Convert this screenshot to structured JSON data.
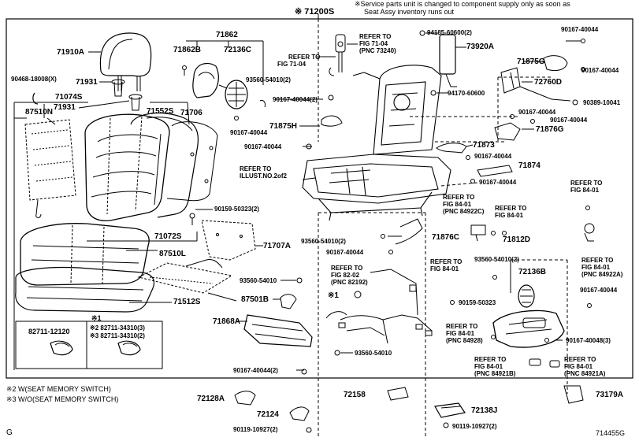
{
  "header": {
    "assembly_id": "※ 71200S",
    "service_note_line1": "※Service parts unit is changed to component supply only as soon as",
    "service_note_line2": "Seat Assy inventory runs out"
  },
  "footer": {
    "note2": "※2 W(SEAT MEMORY SWITCH)",
    "note3": "※3 W/O(SEAT MEMORY SWITCH)",
    "corner_left": "G",
    "drawing_id": "714455G"
  },
  "inset": {
    "star1": "※1",
    "part_left": "82711-12120",
    "part_right_2": "※2 82711-34310(3)",
    "part_right_3": "※3 82711-34310(2)"
  },
  "parts": [
    {
      "id": "p71910A",
      "text": "71910A"
    },
    {
      "id": "p90468",
      "text": "90468-18008(X)"
    },
    {
      "id": "p71931a",
      "text": "71931"
    },
    {
      "id": "p71931b",
      "text": "71931"
    },
    {
      "id": "p71074S",
      "text": "71074S"
    },
    {
      "id": "p87510N",
      "text": "87510N"
    },
    {
      "id": "p71862",
      "text": "71862"
    },
    {
      "id": "p71862B",
      "text": "71862B"
    },
    {
      "id": "p72136C",
      "text": "72136C"
    },
    {
      "id": "p93560a",
      "text": "93560-54010(2)"
    },
    {
      "id": "p90167a",
      "text": "90167-40044"
    },
    {
      "id": "p71552S",
      "text": "71552S"
    },
    {
      "id": "p71706",
      "text": "71706"
    },
    {
      "id": "p90159",
      "text": "90159-50323(2)"
    },
    {
      "id": "p71072S",
      "text": "71072S"
    },
    {
      "id": "p87510L",
      "text": "87510L"
    },
    {
      "id": "p71707A",
      "text": "71707A"
    },
    {
      "id": "p71512S",
      "text": "71512S"
    },
    {
      "id": "p94185",
      "text": "94185-60600(2)"
    },
    {
      "id": "p73920A",
      "text": "73920A"
    },
    {
      "id": "p90167b",
      "text": "90167-40044(2)"
    },
    {
      "id": "p94170",
      "text": "94170-60600"
    },
    {
      "id": "p71875H",
      "text": "71875H"
    },
    {
      "id": "p90167c",
      "text": "90167-40044"
    },
    {
      "id": "p90167d",
      "text": "90167-40044"
    },
    {
      "id": "p71875G",
      "text": "71875G"
    },
    {
      "id": "p90167e",
      "text": "90167-40044"
    },
    {
      "id": "p72760D",
      "text": "72760D"
    },
    {
      "id": "p90389",
      "text": "90389-10041"
    },
    {
      "id": "p90167f",
      "text": "90167-40044"
    },
    {
      "id": "p90167g",
      "text": "90167-40044"
    },
    {
      "id": "p71876G",
      "text": "71876G"
    },
    {
      "id": "p71873",
      "text": "71873"
    },
    {
      "id": "p90167h",
      "text": "90167-40044"
    },
    {
      "id": "p71874",
      "text": "71874"
    },
    {
      "id": "p90167i",
      "text": "90167-40044"
    },
    {
      "id": "p93560b",
      "text": "93560-54010(2)"
    },
    {
      "id": "p71876C",
      "text": "71876C"
    },
    {
      "id": "p90167j",
      "text": "90167-40044"
    },
    {
      "id": "p93560c",
      "text": "93560-54010"
    },
    {
      "id": "p87501B",
      "text": "87501B"
    },
    {
      "id": "p71868A",
      "text": "71868A"
    },
    {
      "id": "p93560d",
      "text": "93560-54010"
    },
    {
      "id": "p90167k",
      "text": "90167-40044(2)"
    },
    {
      "id": "pstar1",
      "text": "※1"
    },
    {
      "id": "p71812D",
      "text": "71812D"
    },
    {
      "id": "p93560e",
      "text": "93560-54010(2)"
    },
    {
      "id": "p72136B",
      "text": "72136B"
    },
    {
      "id": "p90159b",
      "text": "90159-50323"
    },
    {
      "id": "p90167l",
      "text": "90167-40044"
    },
    {
      "id": "p90167m",
      "text": "90167-40048(3)"
    },
    {
      "id": "p72128A",
      "text": "72128A"
    },
    {
      "id": "p72124",
      "text": "72124"
    },
    {
      "id": "p90119a",
      "text": "90119-10927(2)"
    },
    {
      "id": "p72158",
      "text": "72158"
    },
    {
      "id": "p72138J",
      "text": "72138J"
    },
    {
      "id": "p90119b",
      "text": "90119-10927(2)"
    },
    {
      "id": "p73179A",
      "text": "73179A"
    }
  ],
  "refs": [
    {
      "id": "r1",
      "l1": "REFER TO",
      "l2": "FIG 71-04",
      "l3": "(PNC 73240)"
    },
    {
      "id": "r2",
      "l1": "REFER TO",
      "l2": "FIG 71-04",
      "l3": ""
    },
    {
      "id": "r3",
      "l1": "REFER TO",
      "l2": "ILLUST.NO.2of2",
      "l3": ""
    },
    {
      "id": "r4",
      "l1": "REFER TO",
      "l2": "FIG 82-02",
      "l3": "(PNC 82192)"
    },
    {
      "id": "r5",
      "l1": "REFER TO",
      "l2": "FIG 84-01",
      "l3": "(PNC 84922C)"
    },
    {
      "id": "r6",
      "l1": "REFER TO",
      "l2": "FIG 84-01",
      "l3": ""
    },
    {
      "id": "r7",
      "l1": "REFER TO",
      "l2": "FIG 84-01",
      "l3": ""
    },
    {
      "id": "r8",
      "l1": "REFER TO",
      "l2": "FIG 84-01",
      "l3": ""
    },
    {
      "id": "r9",
      "l1": "REFER TO",
      "l2": "FIG 84-01",
      "l3": "(PNC 84922A)"
    },
    {
      "id": "r10",
      "l1": "REFER TO",
      "l2": "FIG 84-01",
      "l3": "(PNC 84928)"
    },
    {
      "id": "r11",
      "l1": "REFER TO",
      "l2": "FIG 84-01",
      "l3": "(PNC 84921B)"
    },
    {
      "id": "r12",
      "l1": "REFER TO",
      "l2": "FIG 84-01",
      "l3": "(PNC 84921A)"
    }
  ]
}
